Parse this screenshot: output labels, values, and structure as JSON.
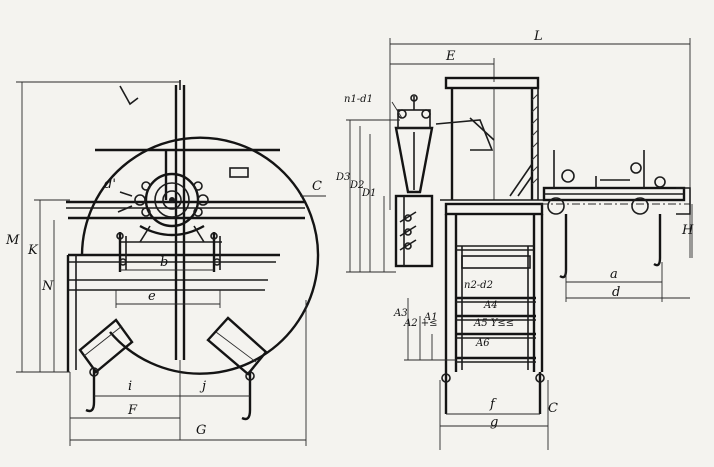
{
  "figure": {
    "background": "#f4f3ef",
    "ink": "#1c1c1c"
  },
  "left_view": {
    "labels": {
      "M": "M",
      "K": "K",
      "N": "N",
      "C": "C",
      "d_prime": "d'",
      "b": "b",
      "e": "e",
      "i": "i",
      "j": "j",
      "F": "F",
      "G": "G"
    }
  },
  "right_view": {
    "labels": {
      "L": "L",
      "E": "E",
      "n1_d1": "n1-d1",
      "D3": "D3",
      "D2": "D2",
      "D1": "D1",
      "n2_d2": "n2-d2",
      "A4": "A4",
      "A5": "A5 Y≤≤",
      "A6": "A6",
      "A3": "A3",
      "A2": "A2 +≤",
      "A1": "A1",
      "H": "H",
      "a": "a",
      "d": "d",
      "f": "f",
      "g": "g",
      "C": "C"
    }
  }
}
